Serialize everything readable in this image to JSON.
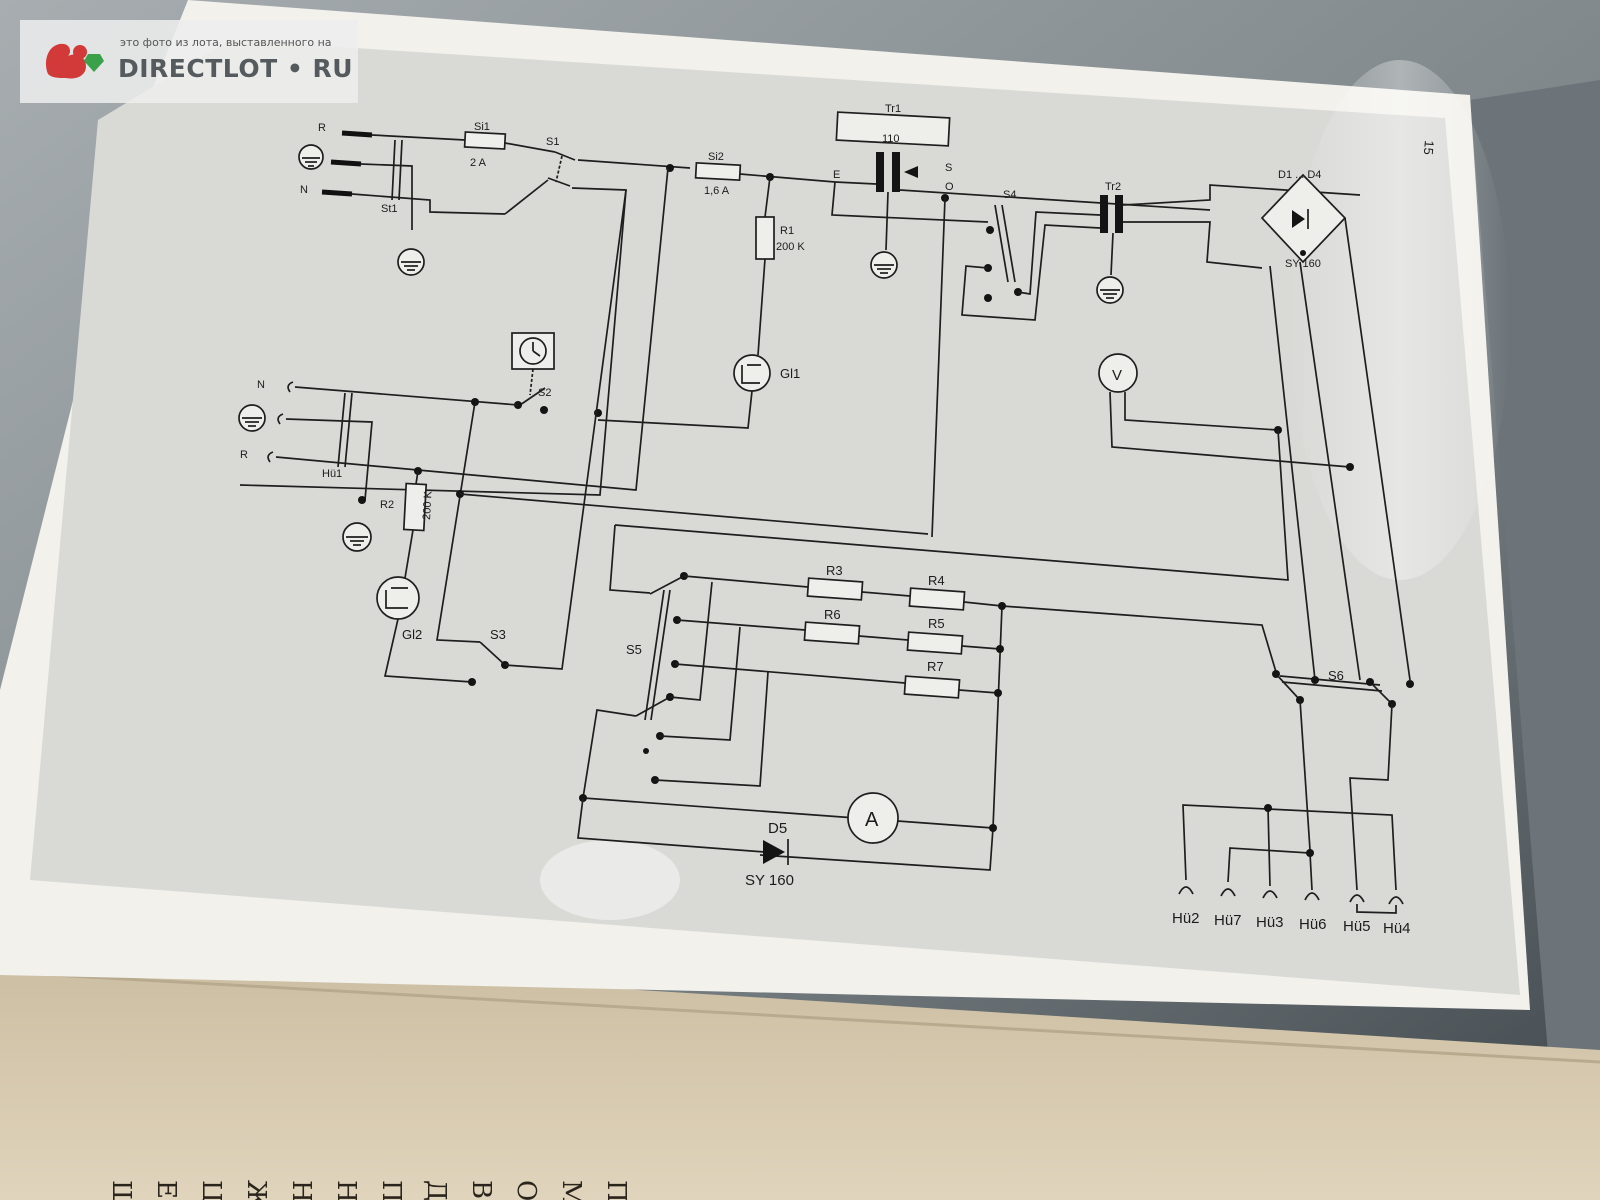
{
  "watermark": {
    "caption": "это фото из лота, выставленного на",
    "brand": "DIRECTLOT • RU"
  },
  "page_number": "15",
  "schematic": {
    "mains_in": {
      "phase": "R",
      "neutral": "N",
      "connector": "St1"
    },
    "fuse1": {
      "name": "Si1",
      "rating": "2 A"
    },
    "fuse2": {
      "name": "Si2",
      "rating": "1,6 A"
    },
    "switches": {
      "s1": "S1",
      "s2": "S2",
      "s3": "S3",
      "s4": "S4",
      "s5": "S5",
      "s6": "S6"
    },
    "r1": {
      "name": "R1",
      "value": "200 K"
    },
    "r2": {
      "name": "R2",
      "value": "200 K"
    },
    "lamp1": "Gl1",
    "lamp2": "Gl2",
    "transformer1": {
      "name": "Tr1",
      "tap": "110",
      "terminal_e": "E",
      "terminal_s": "S",
      "terminal_o": "O"
    },
    "transformer2": "Tr2",
    "rectifier": {
      "name": "D1 ... D4",
      "part": "SY 160"
    },
    "socket_out": {
      "neutral": "N",
      "phase": "R",
      "name": "Hü1"
    },
    "resistors": [
      "R3",
      "R4",
      "R6",
      "R5",
      "R7"
    ],
    "voltmeter": "V",
    "ammeter": "A",
    "diode": {
      "name": "D5",
      "part": "SY 160"
    },
    "outputs": [
      "Hü2",
      "Hü7",
      "Hü3",
      "Hü6",
      "Hü5",
      "Hü4"
    ]
  },
  "book_text_glyphs": [
    "Ш",
    "Е",
    "Ц",
    "Ж",
    "Н",
    "Н",
    "П",
    "Д",
    "В",
    "О",
    "М",
    "П"
  ]
}
